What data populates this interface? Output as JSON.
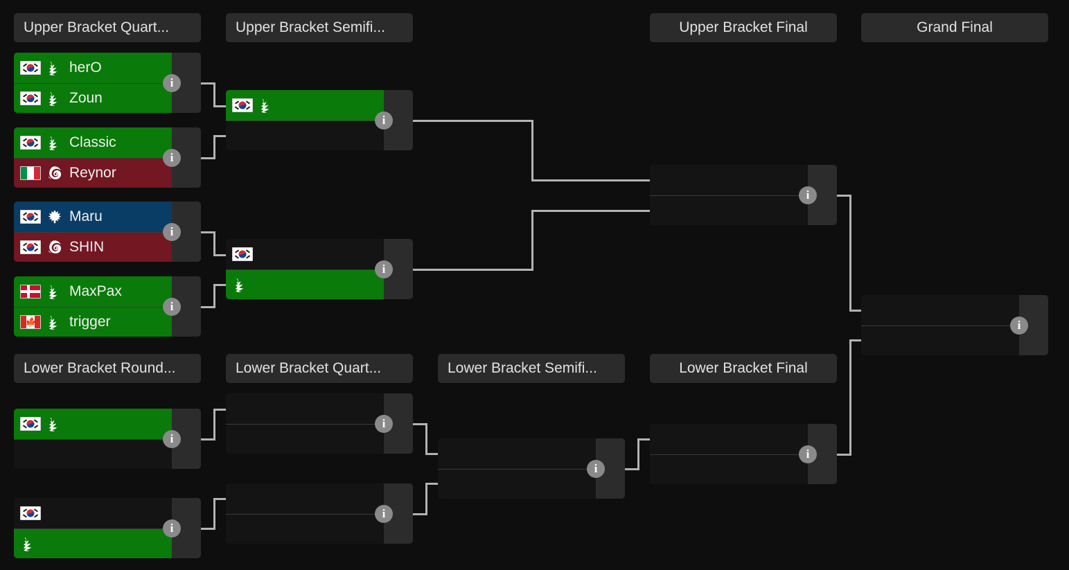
{
  "theme": {
    "background": "#0e0e0e",
    "header_bg": "#2b2b2b",
    "header_text": "#e2e2e2",
    "card_bg": "#1b1b1b",
    "opponent_empty": "#141414",
    "score_bg": "#2c2c2c",
    "winner_green": "#0a7a0a",
    "loser_red": "#731722",
    "terran_blue": "#0a3d66",
    "connector": "#b3b3b3",
    "info_badge": "#8a8a8a"
  },
  "headers": [
    {
      "id": "ub-quarterfinal",
      "label": "Upper Bracket Quart...",
      "align": "left"
    },
    {
      "id": "ub-semifinal",
      "label": "Upper Bracket Semifi...",
      "align": "left"
    },
    {
      "id": "ub-final",
      "label": "Upper Bracket Final",
      "align": "center"
    },
    {
      "id": "grand-final",
      "label": "Grand Final",
      "align": "center"
    },
    {
      "id": "lb-round",
      "label": "Lower Bracket Round...",
      "align": "left"
    },
    {
      "id": "lb-quarterfinal",
      "label": "Lower Bracket Quart...",
      "align": "left"
    },
    {
      "id": "lb-semifinal",
      "label": "Lower Bracket Semifi...",
      "align": "left"
    },
    {
      "id": "lb-final",
      "label": "Lower Bracket Final",
      "align": "center"
    }
  ],
  "info_label": "i",
  "matches": [
    {
      "id": "ubqf1",
      "opponents": [
        {
          "name": "herO",
          "flag": "kr",
          "race": "protoss",
          "state": "win"
        },
        {
          "name": "Zoun",
          "flag": "kr",
          "race": "protoss",
          "state": "win"
        }
      ]
    },
    {
      "id": "ubqf2",
      "opponents": [
        {
          "name": "Classic",
          "flag": "kr",
          "race": "protoss",
          "state": "win"
        },
        {
          "name": "Reynor",
          "flag": "it",
          "race": "zerg",
          "state": "lose"
        }
      ]
    },
    {
      "id": "ubqf3",
      "opponents": [
        {
          "name": "Maru",
          "flag": "kr",
          "race": "terran",
          "state": "terran"
        },
        {
          "name": "SHIN",
          "flag": "kr",
          "race": "zerg",
          "state": "lose"
        }
      ]
    },
    {
      "id": "ubqf4",
      "opponents": [
        {
          "name": "MaxPax",
          "flag": "dk",
          "race": "protoss",
          "state": "win"
        },
        {
          "name": "trigger",
          "flag": "ca",
          "race": "protoss",
          "state": "win"
        }
      ]
    },
    {
      "id": "ubsf1",
      "opponents": [
        {
          "name": "",
          "flag": "kr",
          "race": "protoss",
          "state": "win"
        },
        {
          "name": "",
          "flag": "",
          "race": "",
          "state": "empty"
        }
      ]
    },
    {
      "id": "ubsf2",
      "opponents": [
        {
          "name": "",
          "flag": "kr",
          "race": "",
          "state": "empty"
        },
        {
          "name": "",
          "flag": "",
          "race": "protoss",
          "state": "win"
        }
      ]
    },
    {
      "id": "ubf",
      "opponents": [
        {
          "name": "",
          "flag": "",
          "race": "",
          "state": "empty"
        },
        {
          "name": "",
          "flag": "",
          "race": "",
          "state": "empty"
        }
      ]
    },
    {
      "id": "gf",
      "opponents": [
        {
          "name": "",
          "flag": "",
          "race": "",
          "state": "empty"
        },
        {
          "name": "",
          "flag": "",
          "race": "",
          "state": "empty"
        }
      ]
    },
    {
      "id": "lbr1",
      "opponents": [
        {
          "name": "",
          "flag": "kr",
          "race": "protoss",
          "state": "win"
        },
        {
          "name": "",
          "flag": "",
          "race": "",
          "state": "empty"
        }
      ]
    },
    {
      "id": "lbr2",
      "opponents": [
        {
          "name": "",
          "flag": "kr",
          "race": "",
          "state": "empty"
        },
        {
          "name": "",
          "flag": "",
          "race": "protoss",
          "state": "win"
        }
      ]
    },
    {
      "id": "lbqf1",
      "opponents": [
        {
          "name": "",
          "flag": "",
          "race": "",
          "state": "empty"
        },
        {
          "name": "",
          "flag": "",
          "race": "",
          "state": "empty"
        }
      ]
    },
    {
      "id": "lbqf2",
      "opponents": [
        {
          "name": "",
          "flag": "",
          "race": "",
          "state": "empty"
        },
        {
          "name": "",
          "flag": "",
          "race": "",
          "state": "empty"
        }
      ]
    },
    {
      "id": "lbsf",
      "opponents": [
        {
          "name": "",
          "flag": "",
          "race": "",
          "state": "empty"
        },
        {
          "name": "",
          "flag": "",
          "race": "",
          "state": "empty"
        }
      ]
    },
    {
      "id": "lbf",
      "opponents": [
        {
          "name": "",
          "flag": "",
          "race": "",
          "state": "empty"
        },
        {
          "name": "",
          "flag": "",
          "race": "",
          "state": "empty"
        }
      ]
    }
  ]
}
